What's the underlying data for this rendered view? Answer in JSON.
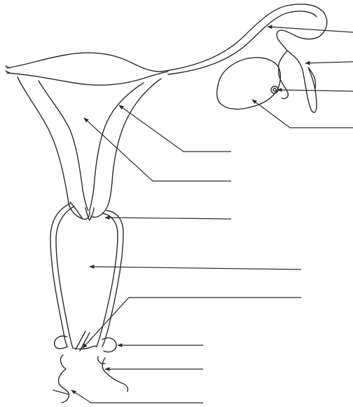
{
  "diagram": {
    "style": "unlabeled line drawing with blank leader lines",
    "stroke_color": "#2b2b2b",
    "background": "#ffffff",
    "leader_lines": [
      {
        "id": "leader-1",
        "side": "right",
        "label": ""
      },
      {
        "id": "leader-2",
        "side": "right",
        "label": ""
      },
      {
        "id": "leader-3",
        "side": "right",
        "label": ""
      },
      {
        "id": "leader-4",
        "side": "right",
        "label": ""
      },
      {
        "id": "leader-5",
        "side": "right",
        "label": ""
      },
      {
        "id": "leader-6",
        "side": "right",
        "label": ""
      },
      {
        "id": "leader-7",
        "side": "right",
        "label": ""
      },
      {
        "id": "leader-8",
        "side": "right",
        "label": ""
      },
      {
        "id": "leader-9",
        "side": "right",
        "label": ""
      },
      {
        "id": "leader-10",
        "side": "right",
        "label": ""
      },
      {
        "id": "leader-11",
        "side": "right",
        "label": ""
      },
      {
        "id": "leader-12",
        "side": "right",
        "label": ""
      }
    ]
  }
}
